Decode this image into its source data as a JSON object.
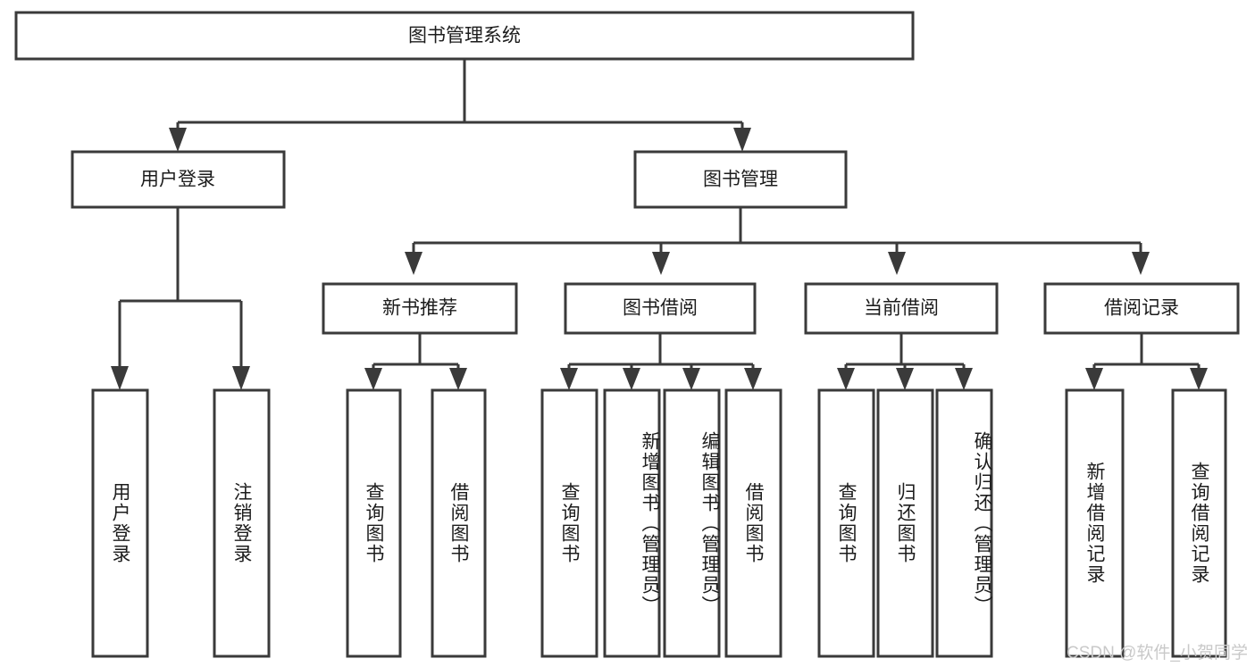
{
  "diagram": {
    "type": "tree-hierarchy",
    "title": "图书管理系统",
    "watermark": "CSDN @软件_小贺同学",
    "colors": {
      "box_stroke": "#3a3a3a",
      "box_fill": "#ffffff",
      "text": "#1c1c1c",
      "background": "#ffffff",
      "watermark": "#c9c9c9"
    },
    "levels": {
      "root": {
        "label": "图书管理系统"
      },
      "level2": [
        {
          "label": "用户登录"
        },
        {
          "label": "图书管理"
        }
      ],
      "level3": [
        {
          "label": "新书推荐"
        },
        {
          "label": "图书借阅"
        },
        {
          "label": "当前借阅"
        },
        {
          "label": "借阅记录"
        }
      ]
    },
    "leaves": {
      "user_login": [
        {
          "label": "用户登录"
        },
        {
          "label": "注销登录"
        }
      ],
      "new_book_recommend": [
        {
          "label": "查询图书"
        },
        {
          "label": "借阅图书"
        }
      ],
      "book_borrow": [
        {
          "label": "查询图书"
        },
        {
          "label": "新增图书（管理员）"
        },
        {
          "label": "编辑图书（管理员）"
        },
        {
          "label": "借阅图书"
        }
      ],
      "current_borrow": [
        {
          "label": "查询图书"
        },
        {
          "label": "归还图书"
        },
        {
          "label": "确认归还（管理员）"
        }
      ],
      "borrow_record": [
        {
          "label": "新增借阅记录"
        },
        {
          "label": "查询借阅记录"
        }
      ]
    }
  }
}
